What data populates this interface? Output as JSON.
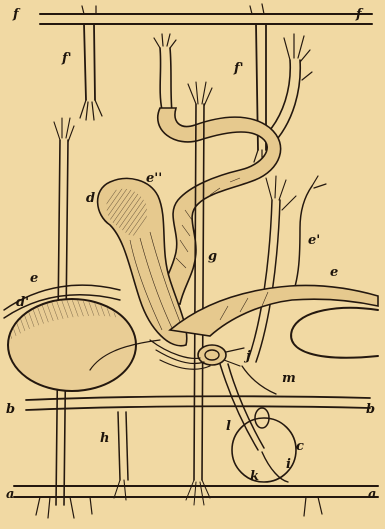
{
  "labels": {
    "f_left": "f",
    "f_right": "f",
    "f1_left": "f'",
    "f1_right": "f'",
    "d": "d",
    "e2": "e''",
    "e_left": "e",
    "d1": "d'",
    "g": "g",
    "e1": "e'",
    "e_right": "e",
    "j": "j",
    "m": "m",
    "b_left": "b",
    "b_right": "b",
    "l": "l",
    "h": "h",
    "c": "c",
    "i": "i",
    "k": "k",
    "a_left": "a",
    "a_right": "a"
  }
}
